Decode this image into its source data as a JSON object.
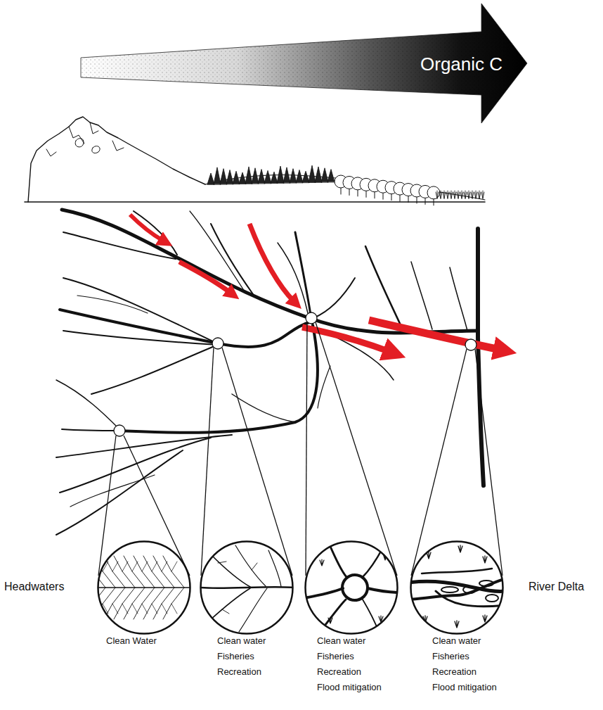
{
  "diagram": {
    "nodes": [
      {
        "text": [
          "Organic C"
        ]
      },
      {
        "text": [
          "Clean Water"
        ]
      },
      {
        "text": [
          "Clean water",
          "Fisheries",
          "Recreation"
        ]
      },
      {
        "text": [
          "Clean water",
          "Fisheries",
          "Recreation",
          "Flood mitigation"
        ]
      },
      {
        "text": [
          "Clean water",
          "Fisheries",
          "Recreation",
          "Flood mitigation"
        ]
      }
    ],
    "labels": [
      "Headwaters",
      "River Delta"
    ]
  }
}
